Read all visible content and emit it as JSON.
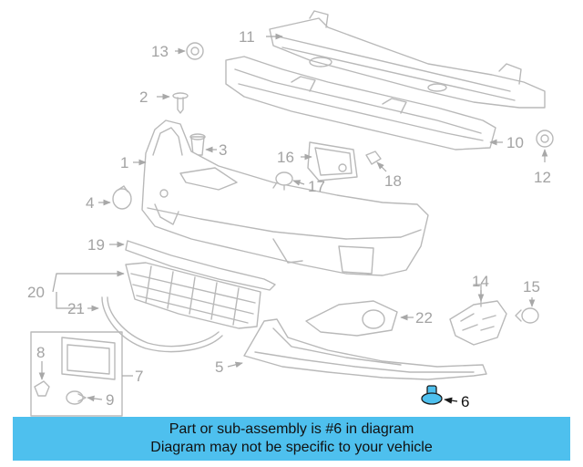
{
  "callouts": [
    "1",
    "2",
    "3",
    "4",
    "5",
    "6",
    "7",
    "8",
    "9",
    "10",
    "11",
    "12",
    "13",
    "14",
    "15",
    "16",
    "17",
    "18",
    "19",
    "20",
    "21",
    "22"
  ],
  "highlighted_part": "6",
  "highlight_color": "#4ec0ee",
  "banner": {
    "line1": "Part or sub-assembly is #6 in diagram",
    "line2": "Diagram may not be specific to your vehicle",
    "background": "#4ec0ee"
  }
}
